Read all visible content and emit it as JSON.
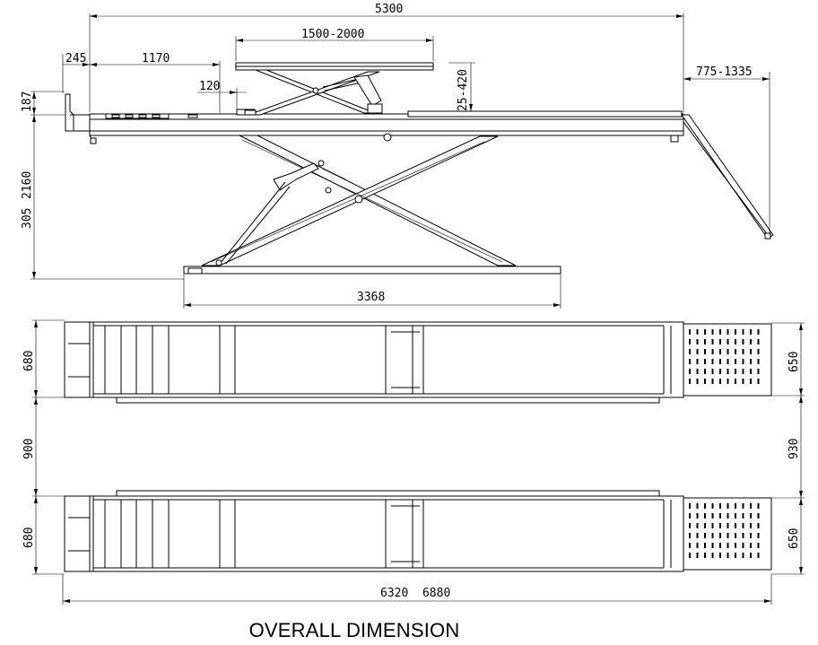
{
  "caption": "OVERALL DIMENSION",
  "dimensions": {
    "overall_length_top": "5300",
    "platform_extension": "1500-2000",
    "front_offset": "245",
    "front_section": "1170",
    "small_step": "120",
    "sub_platform_height": "25-420",
    "ramp_length": "775-1335",
    "platform_height": "187",
    "max_height_label": "2160",
    "min_height_label": "305",
    "base_length": "3368",
    "platform_width_left": "680",
    "ramp_width_right": "650",
    "inner_gap_left": "900",
    "inner_gap_right": "930",
    "platform_width_left_lower": "680",
    "ramp_width_right_lower": "650",
    "overall_length_bottom": "6320  6880"
  }
}
